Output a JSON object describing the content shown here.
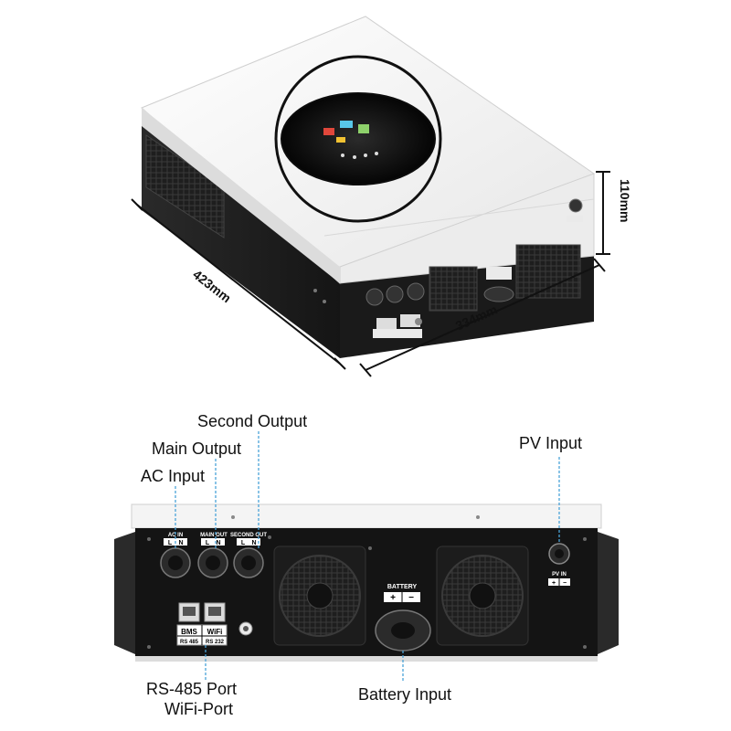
{
  "dimensions": {
    "length": "423mm",
    "width": "334mm",
    "height": "110mm"
  },
  "callouts": {
    "second_output": "Second Output",
    "main_output": "Main Output",
    "ac_input": "AC Input",
    "pv_input": "PV Input",
    "rs485_port": "RS-485 Port",
    "wifi_port": "WiFi-Port",
    "battery_input": "Battery Input"
  },
  "panel_labels": {
    "ac_in": "AC IN",
    "main_out": "MAIN OUT",
    "second_out": "SECOND OUT",
    "L": "L",
    "N": "N",
    "battery": "BATTERY",
    "plus": "+",
    "minus": "−",
    "pv_in": "PV IN",
    "bms": "BMS",
    "wifi": "WiFi",
    "rs485": "RS 485",
    "rs232": "RS 232"
  },
  "colors": {
    "body_white": "#f4f4f4",
    "body_dark": "#1a1a1a",
    "callout_line": "#4aa3d8",
    "screen_ring": "#111111"
  }
}
